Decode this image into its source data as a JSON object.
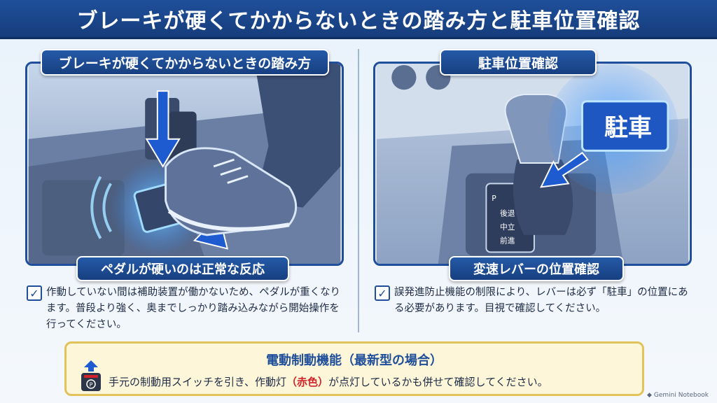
{
  "title": "ブレーキが硬くてかからないときの踏み方と駐車位置確認",
  "left": {
    "heading": "ブレーキが硬くてかからないときの踏み方",
    "subheading": "ペダルが硬いのは正常な反応",
    "description": "作動していない間は補助装置が働かないため、ペダルが重くなります。普段より強く、奥までしっかり踏み込みながら開始操作を行ってください。"
  },
  "right": {
    "heading": "駐車位置確認",
    "badge": "駐車",
    "gear_labels": [
      "P",
      "後退",
      "中立",
      "前進"
    ],
    "subheading": "変速レバーの位置確認",
    "description": "誤発進防止機能の制限により、レバーは必ず「駐車」の位置にある必要があります。目視で確認してください。"
  },
  "bottom": {
    "title": "電動制動機能（最新型の場合）",
    "text_before": "手元の制動用スイッチを引き、作動灯",
    "text_highlight": "（赤色）",
    "text_after": "が点灯しているかも併せて確認してください。",
    "switch_label": "P"
  },
  "watermark": "Gemini Notebook",
  "colors": {
    "primary": "#1f4f9a",
    "accent_glow": "#2f8cff",
    "highlight_red": "#d3232a",
    "note_bg": "#fdf6d8"
  }
}
